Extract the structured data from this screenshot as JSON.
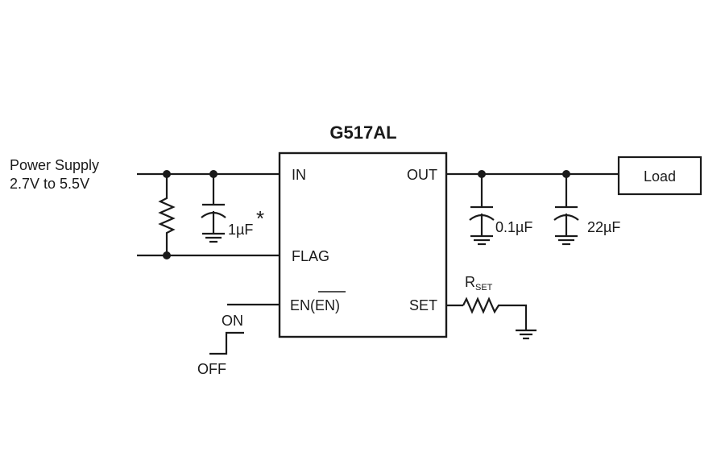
{
  "diagram": {
    "type": "circuit-schematic",
    "ic": {
      "name": "G517AL",
      "pins": {
        "in": "IN",
        "out": "OUT",
        "flag": "FLAG",
        "en_prefix": "EN(",
        "en_bar": "EN",
        "en_suffix": ")",
        "set": "SET"
      }
    },
    "supply": {
      "line1": "Power Supply",
      "line2": "2.7V to 5.5V"
    },
    "input_cap": {
      "value": "1µF",
      "note": "*"
    },
    "output_caps": [
      {
        "value": "0.1µF"
      },
      {
        "value": "22µF"
      }
    ],
    "load": {
      "label": "Load"
    },
    "rset": {
      "main": "R",
      "sub": "SET"
    },
    "enable": {
      "on": "ON",
      "off": "OFF"
    }
  }
}
